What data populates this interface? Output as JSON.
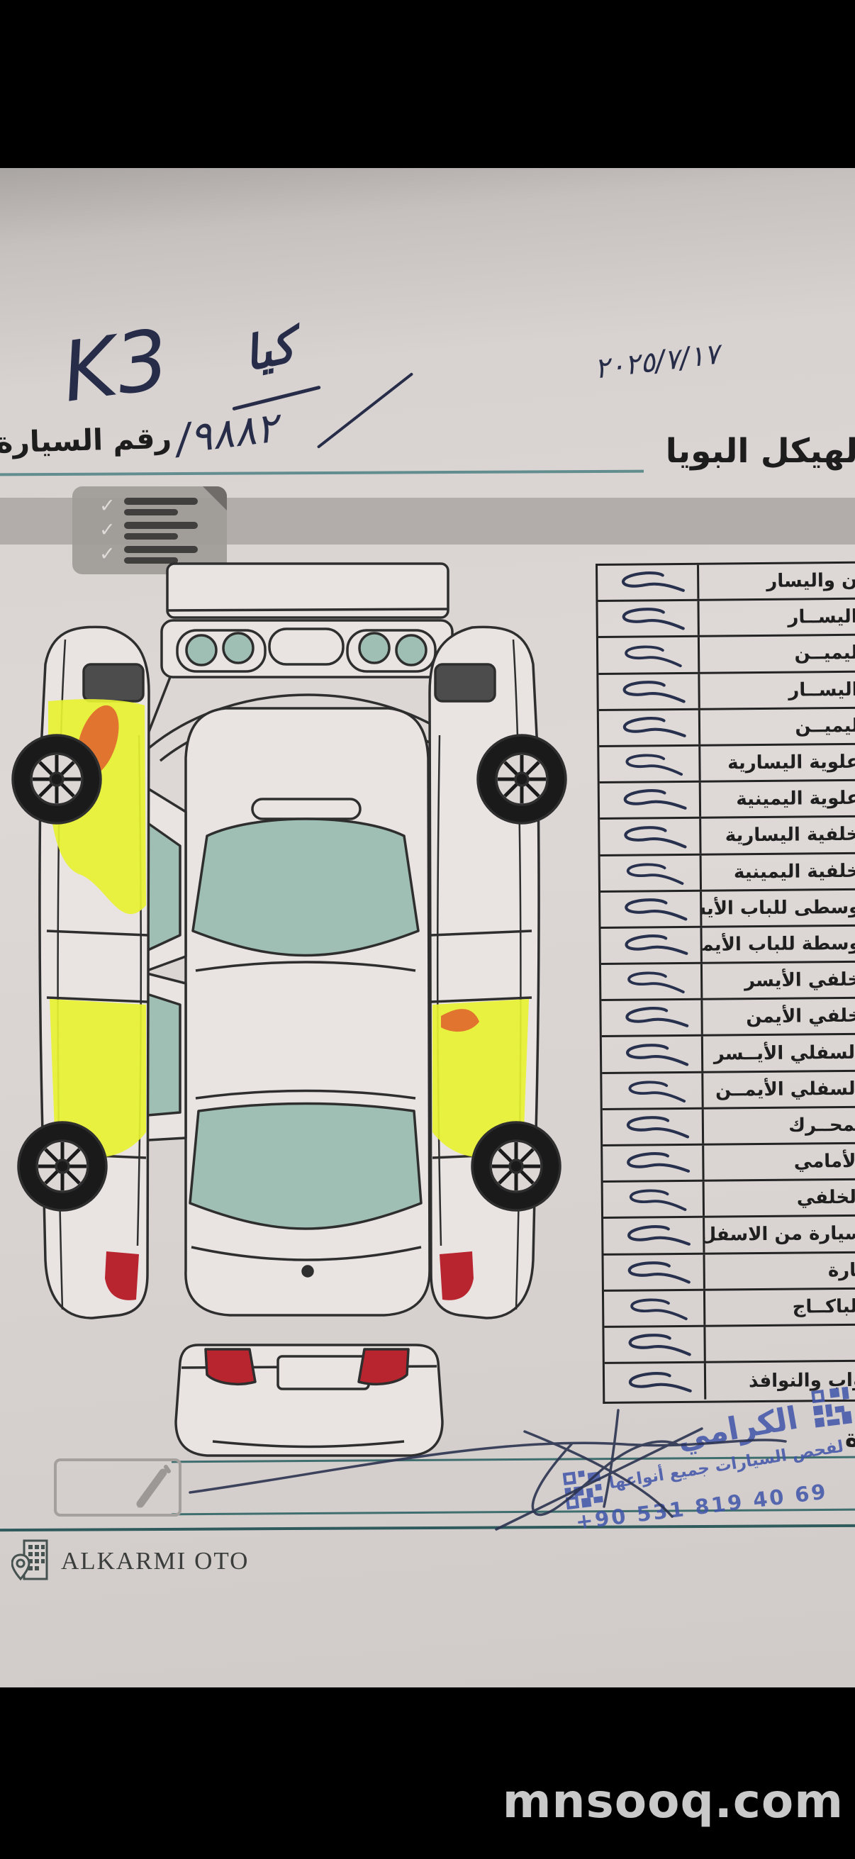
{
  "header": {
    "date_handwritten": "٢٠٢٥/٧/١٧",
    "car_model_handwritten": "كيا",
    "car_model_latin_handwritten": "K3",
    "plate_label": "رقم السيارة",
    "plate_number_handwritten": "/٩٨٨٢",
    "title": "لهيكل البويا"
  },
  "checklist": {
    "rows": [
      {
        "label": "ن واليسار",
        "checked": true
      },
      {
        "label": "اليســار",
        "checked": true
      },
      {
        "label": "ليميــن",
        "checked": true
      },
      {
        "label": "اليســار",
        "checked": true
      },
      {
        "label": "ليميــن",
        "checked": true
      },
      {
        "label": "علوية اليسارية",
        "checked": true
      },
      {
        "label": "علوية اليمينية",
        "checked": true
      },
      {
        "label": "خلفية اليسارية",
        "checked": true
      },
      {
        "label": "خلفية اليمينية",
        "checked": true
      },
      {
        "label": "وسطى للباب الأيسر",
        "checked": true
      },
      {
        "label": "وسطة للباب الأيمن",
        "checked": true
      },
      {
        "label": "خلفي الأيسر",
        "checked": true
      },
      {
        "label": "خلفي الأيمن",
        "checked": true
      },
      {
        "label": "السفلي الأيــسر",
        "checked": true
      },
      {
        "label": "السفلي الأيمــن",
        "checked": true
      },
      {
        "label": "لمحــرك",
        "checked": true
      },
      {
        "label": "الأمامي",
        "checked": true
      },
      {
        "label": "الخلفي",
        "checked": true
      },
      {
        "label": "سيارة من الاسفل",
        "checked": true
      },
      {
        "label": "يارة",
        "checked": true
      },
      {
        "label": "الباكــاج",
        "checked": true
      },
      {
        "label": "",
        "checked": true
      },
      {
        "label": "واب والنوافذ",
        "checked": true
      }
    ]
  },
  "stamp": {
    "line1": "الكرامي",
    "line2": "لفحص السيارات جميع أنواعها",
    "phone": "+90 531 819 40 69"
  },
  "cut_letter": "ة",
  "shop_overlay": {
    "name": "ALKARMI OTO"
  },
  "watermark": "mnsooq.com",
  "colors": {
    "highlight_yellow": "#e7f231",
    "glass_teal": "#9fbfb4",
    "ink_blue": "#272d49",
    "stamp_blue": "#3f55aa",
    "taillight_red": "#b8252f",
    "marker_orange": "#e0662e",
    "rule_teal": "#3f6e6f"
  }
}
